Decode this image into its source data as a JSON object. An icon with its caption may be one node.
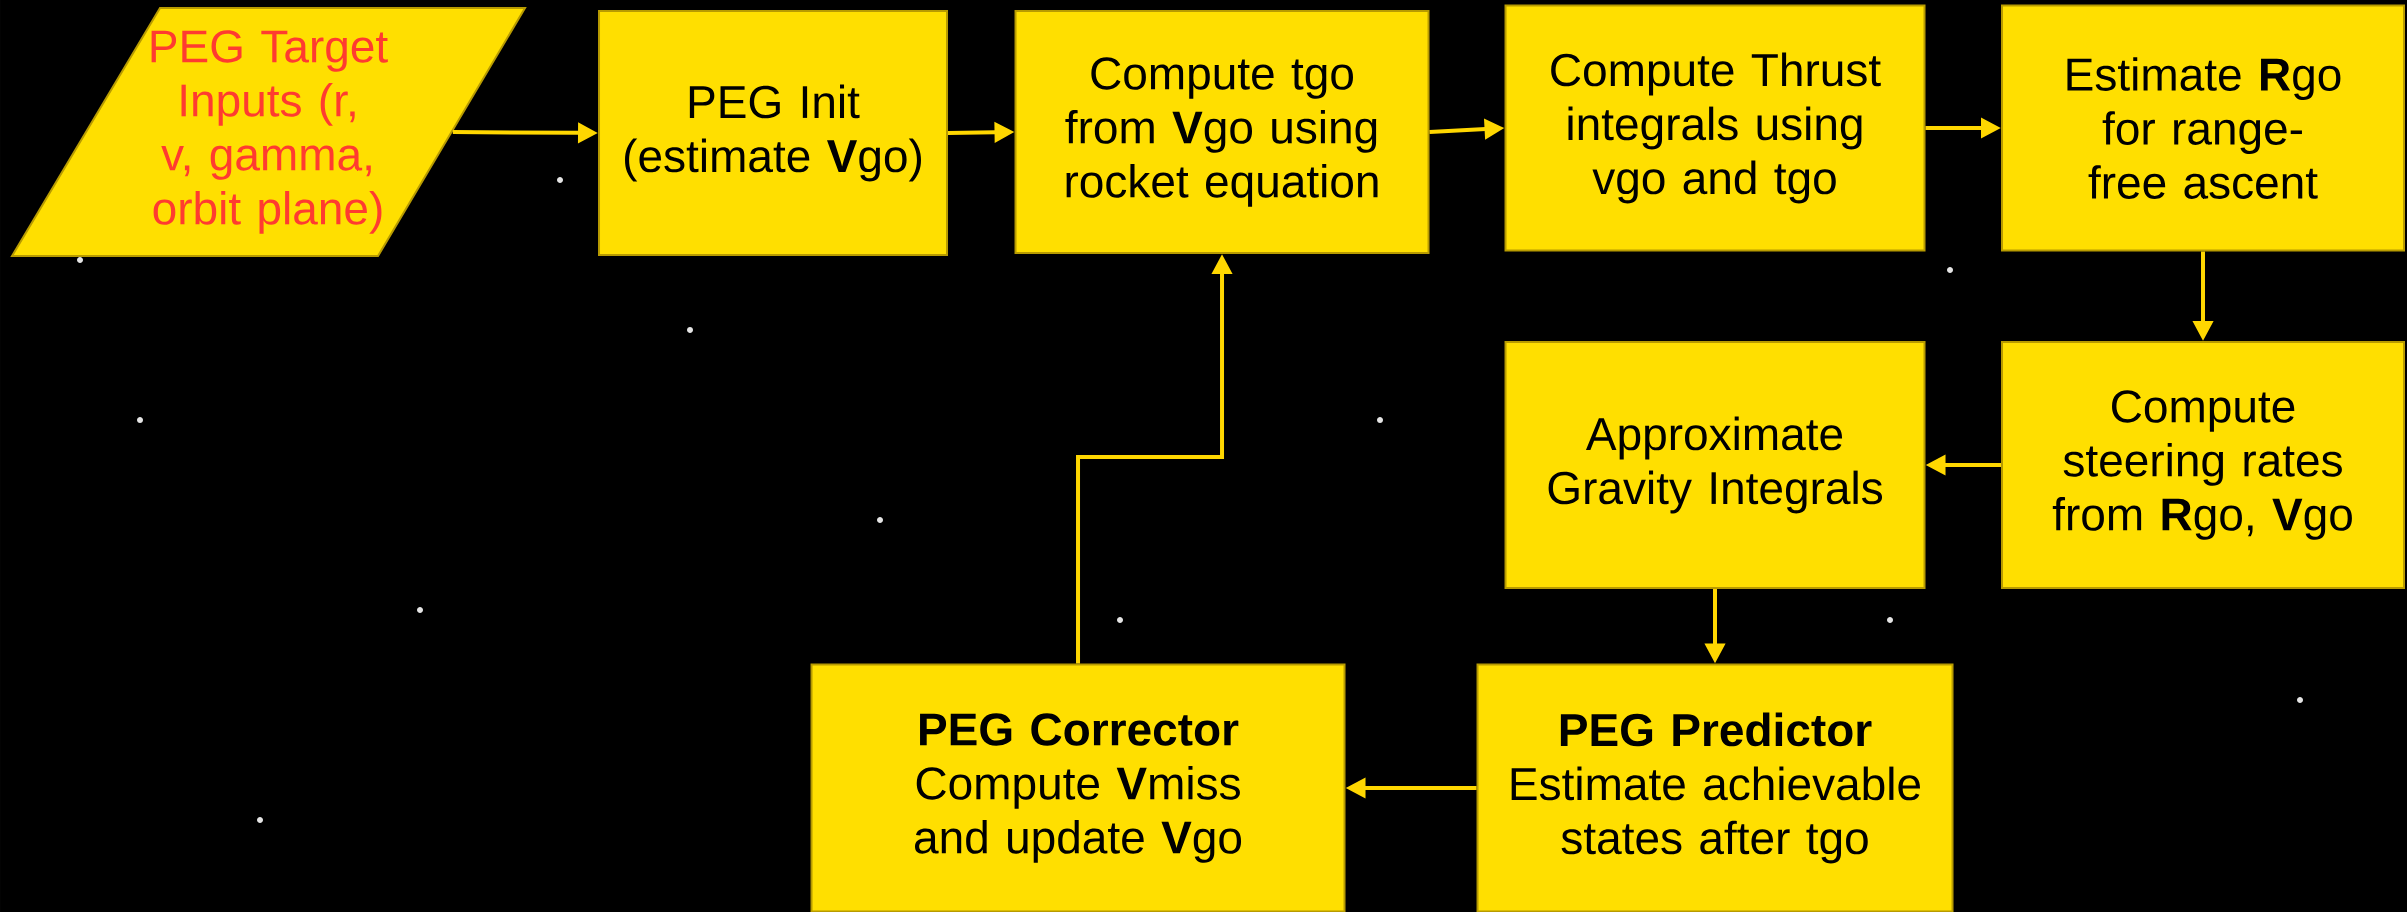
{
  "diagram": {
    "nodes": [
      {
        "text": [
          "PEG Target Inputs (r, v, gamma, orbit plane)"
        ]
      },
      {
        "text": [
          "PEG Init (estimate **V**go)"
        ]
      },
      {
        "text": [
          "Compute tgo from **V**go using rocket equation"
        ]
      },
      {
        "text": [
          "Compute Thrust integrals using vgo and tgo"
        ]
      },
      {
        "text": [
          "Estimate **R**go for range-free ascent"
        ]
      },
      {
        "text": [
          "Compute steering rates from **R**go, **V**go"
        ]
      },
      {
        "text": [
          "Approximate Gravity Integrals"
        ]
      },
      {
        "text": [
          "PEG Predictor",
          "Estimate achievable states after tgo"
        ]
      },
      {
        "text": [
          "PEG Corrector",
          "Compute **V**miss and update **V**go"
        ]
      }
    ],
    "edges": [
      {
        "from": 0,
        "to": 1,
        "arrow": "to"
      },
      {
        "from": 1,
        "to": 2,
        "arrow": "to"
      },
      {
        "from": 2,
        "to": 3,
        "arrow": "to"
      },
      {
        "from": 3,
        "to": 4,
        "arrow": "to"
      },
      {
        "from": 4,
        "to": 5,
        "arrow": "to"
      },
      {
        "from": 5,
        "to": 6,
        "arrow": "to"
      },
      {
        "from": 6,
        "to": 7,
        "arrow": "to"
      },
      {
        "from": 7,
        "to": 8,
        "arrow": "to"
      },
      {
        "from": 8,
        "to": 2,
        "arrow": "to"
      }
    ]
  }
}
